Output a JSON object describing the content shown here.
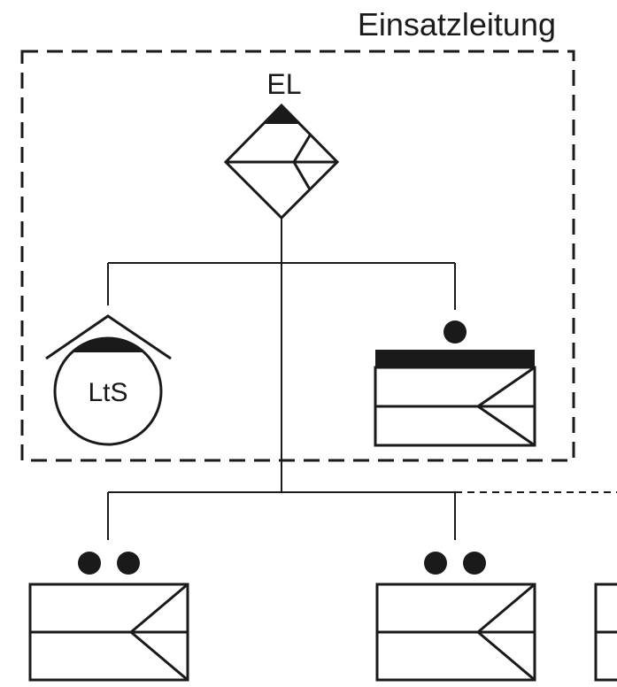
{
  "diagram": {
    "group_label": "Einsatzleitung",
    "leader_label": "EL",
    "lts_label": "LtS"
  },
  "colors": {
    "stroke": "#1a1a1a",
    "fill": "#1a1a1a",
    "background": "#ffffff"
  }
}
